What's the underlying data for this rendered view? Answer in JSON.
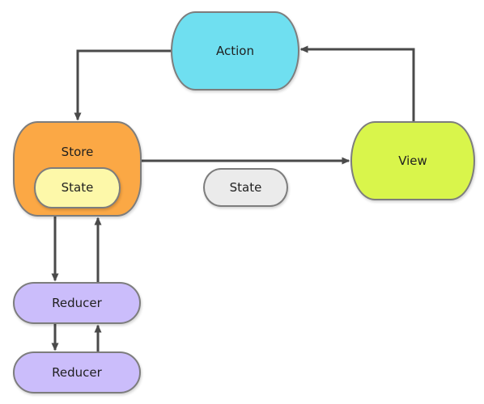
{
  "nodes": {
    "action": "Action",
    "store": "Store",
    "store_state": "State",
    "view": "View",
    "state": "State",
    "reducer_1": "Reducer",
    "reducer_2": "Reducer"
  },
  "colors": {
    "action": "#6fdff0",
    "store": "#fba845",
    "store_state": "#fdf8a9",
    "view": "#d9f54b",
    "state": "#ebebeb",
    "reducer": "#cbbdfb",
    "border": "#7d7d7d",
    "arrow": "#4a4a4a"
  }
}
